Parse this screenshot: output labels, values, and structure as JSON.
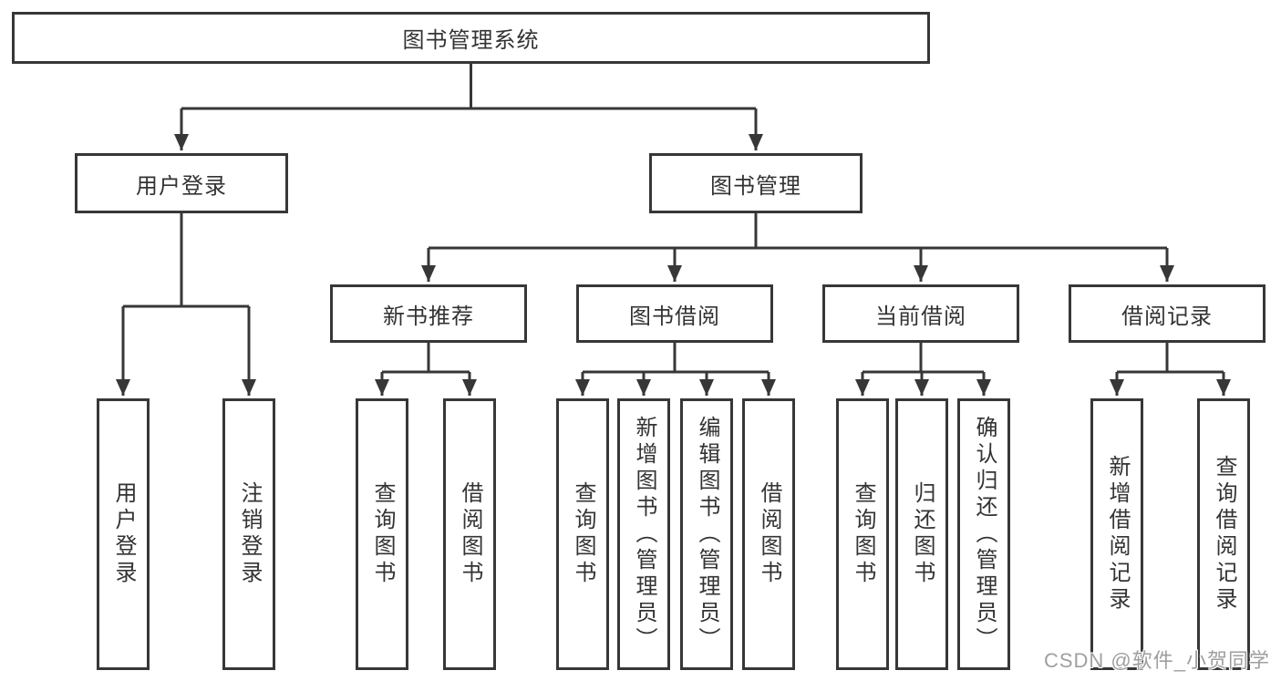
{
  "diagram_title": "图书管理系统",
  "tree": {
    "label": "图书管理系统",
    "children": [
      {
        "label": "用户登录",
        "children": [
          {
            "label": "用户登录"
          },
          {
            "label": "注销登录"
          }
        ]
      },
      {
        "label": "图书管理",
        "children": [
          {
            "label": "新书推荐",
            "children": [
              {
                "label": "查询图书"
              },
              {
                "label": "借阅图书"
              }
            ]
          },
          {
            "label": "图书借阅",
            "children": [
              {
                "label": "查询图书"
              },
              {
                "label": "新增图书（管理员）"
              },
              {
                "label": "编辑图书（管理员）"
              },
              {
                "label": "借阅图书"
              }
            ]
          },
          {
            "label": "当前借阅",
            "children": [
              {
                "label": "查询图书"
              },
              {
                "label": "归还图书"
              },
              {
                "label": "确认归还（管理员）"
              }
            ]
          },
          {
            "label": "借阅记录",
            "children": [
              {
                "label": "新增借阅记录"
              },
              {
                "label": "查询借阅记录"
              }
            ]
          }
        ]
      }
    ]
  },
  "watermark": {
    "text": "CSDN @软件_小贺同学"
  },
  "colors": {
    "line": "#373737",
    "box_border": "#373737",
    "text": "#333333",
    "background": "#ffffff",
    "watermark": "#9f9f9f"
  }
}
